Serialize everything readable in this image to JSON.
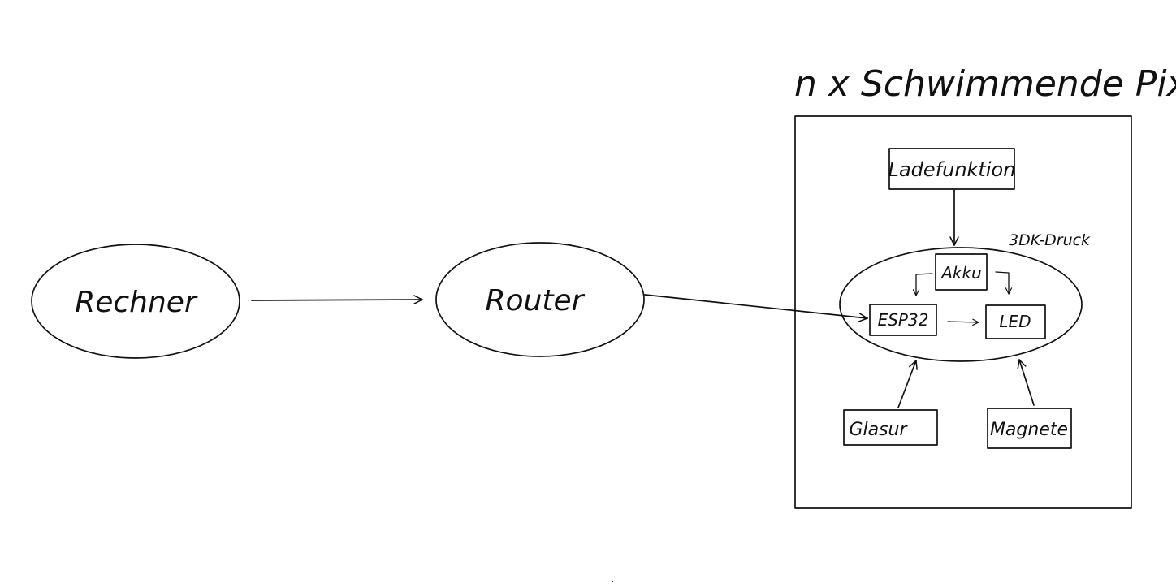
{
  "title": "n x  Schwimmende Pixel",
  "nodes": {
    "rechner": "Rechner",
    "router": "Router",
    "ladefunktion": "Ladefunktion",
    "druck_label": "3DK-Druck",
    "akku": "Akku",
    "esp32": "ESP32",
    "led": "LED",
    "glasur": "Glasur",
    "magnete": "Magnete"
  }
}
